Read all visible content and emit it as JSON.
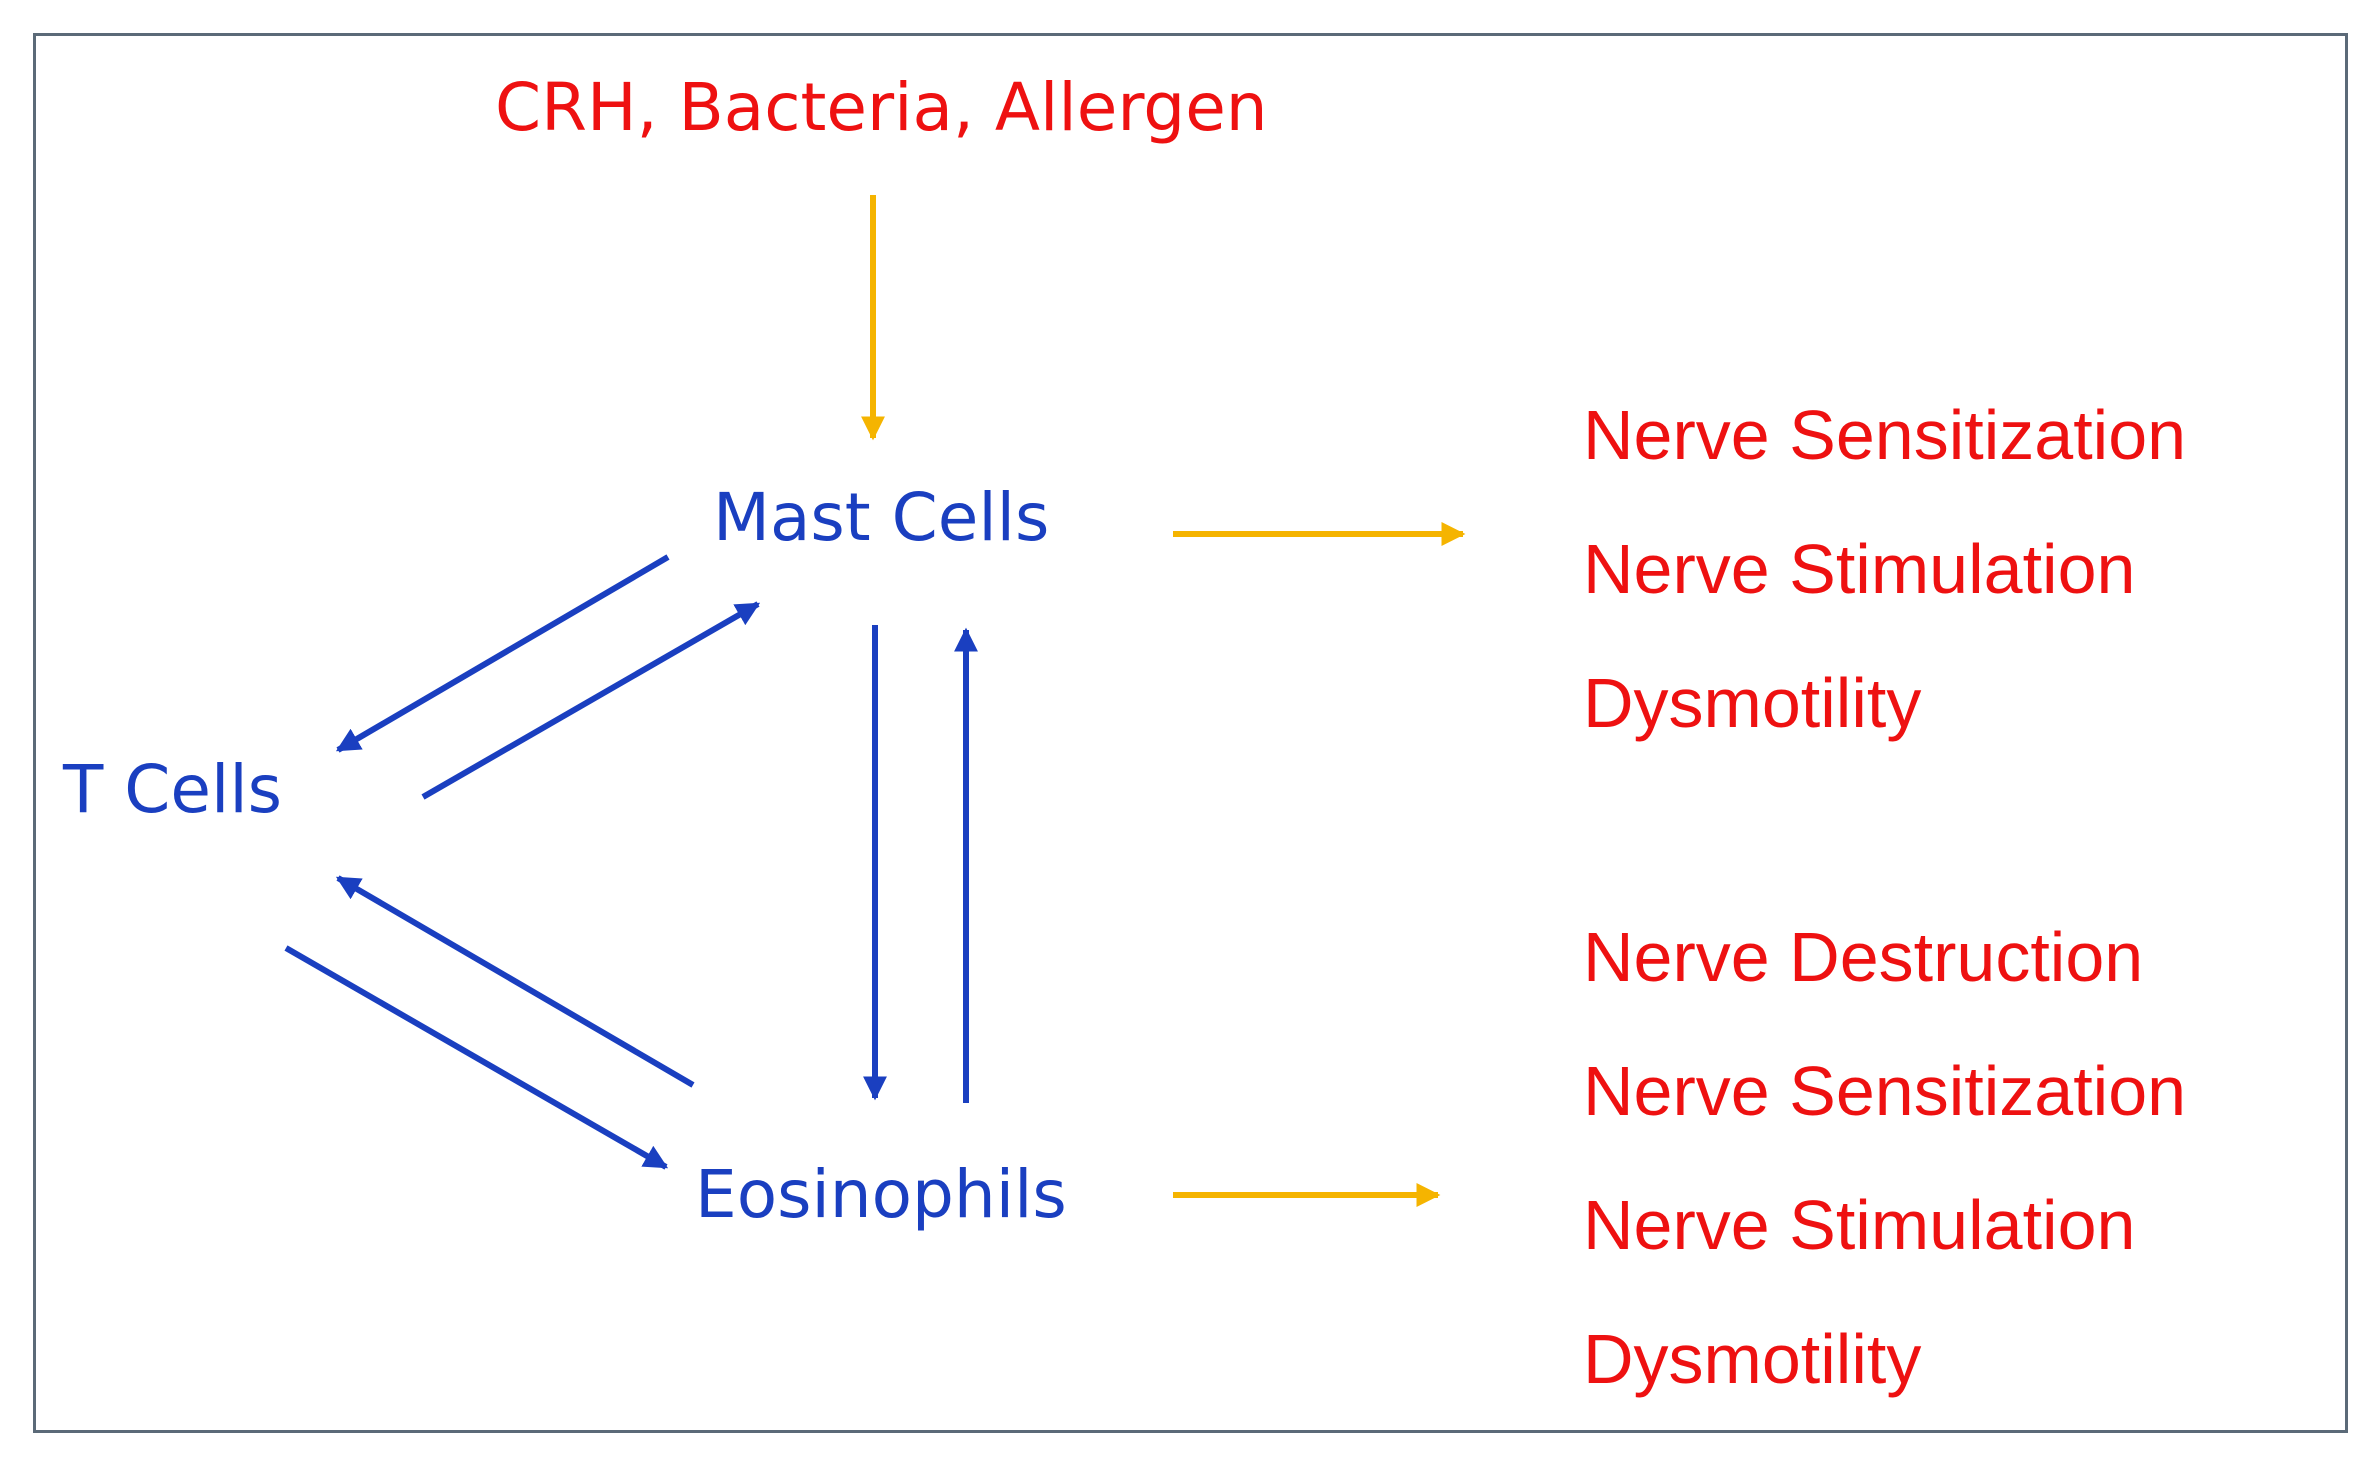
{
  "diagram": {
    "trigger": "CRH, Bacteria, Allergen",
    "nodes": {
      "mast_cells": "Mast Cells",
      "t_cells": "T Cells",
      "eosinophils": "Eosinophils"
    },
    "mast_cell_effects": [
      "Nerve Sensitization",
      "Nerve Stimulation",
      "Dysmotility"
    ],
    "eosinophil_effects": [
      "Nerve Destruction",
      "Nerve Sensitization",
      "Nerve Stimulation",
      "Dysmotility"
    ],
    "colors": {
      "trigger_text": "#ee1111",
      "cell_text": "#1a3fc0",
      "effect_text": "#ee1111",
      "trigger_arrow": "#f5b400",
      "cell_arrow": "#1a3fc0",
      "frame": "#5b6a78"
    }
  }
}
